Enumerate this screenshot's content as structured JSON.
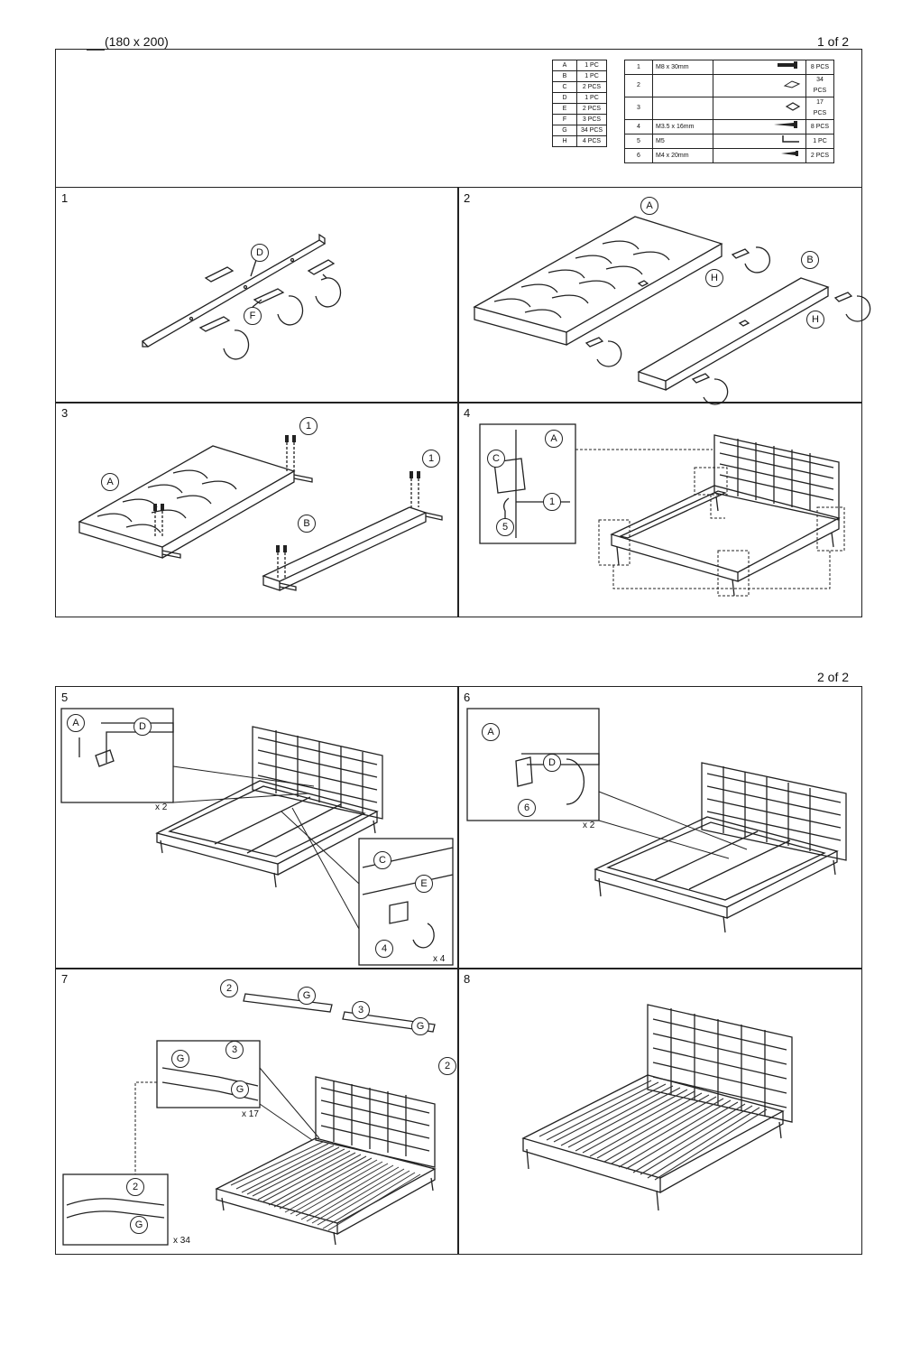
{
  "page1": {
    "size_label": "(180 x 200)",
    "page_label": "1 of 2",
    "parts": [
      {
        "id": "A",
        "qty": "1 PC"
      },
      {
        "id": "B",
        "qty": "1 PC"
      },
      {
        "id": "C",
        "qty": "2 PCS"
      },
      {
        "id": "D",
        "qty": "1 PC"
      },
      {
        "id": "E",
        "qty": "2 PCS"
      },
      {
        "id": "F",
        "qty": "3 PCS"
      },
      {
        "id": "G",
        "qty": "34 PCS"
      },
      {
        "id": "H",
        "qty": "4 PCS"
      }
    ],
    "hardware": [
      {
        "no": "1",
        "spec": "M8 x 30mm",
        "icon": "bolt-icon",
        "qty": "8 PCS"
      },
      {
        "no": "2",
        "spec": "",
        "icon": "slat-clip-icon",
        "qty": "34 PCS"
      },
      {
        "no": "3",
        "spec": "",
        "icon": "slat-connector-icon",
        "qty": "17 PCS"
      },
      {
        "no": "4",
        "spec": "M3.5 x 16mm",
        "icon": "screw-icon",
        "qty": "8 PCS"
      },
      {
        "no": "5",
        "spec": "M5",
        "icon": "allen-key-icon",
        "qty": "1 PC"
      },
      {
        "no": "6",
        "spec": "M4 x 20mm",
        "icon": "small-screw-icon",
        "qty": "2 PCS"
      }
    ],
    "steps": [
      {
        "num": "1",
        "labels": [
          "D",
          "F"
        ]
      },
      {
        "num": "2",
        "labels": [
          "A",
          "B",
          "H",
          "H"
        ]
      },
      {
        "num": "3",
        "labels": [
          "A",
          "B",
          "1",
          "1"
        ]
      },
      {
        "num": "4",
        "labels": [
          "A",
          "C",
          "1",
          "5"
        ]
      }
    ]
  },
  "page2": {
    "page_label": "2 of 2",
    "steps": [
      {
        "num": "5",
        "labels": [
          "A",
          "D",
          "C",
          "E",
          "4"
        ],
        "counts": [
          "x 2",
          "x 4"
        ]
      },
      {
        "num": "6",
        "labels": [
          "A",
          "D",
          "6"
        ],
        "counts": [
          "x 2"
        ]
      },
      {
        "num": "7",
        "labels": [
          "2",
          "G",
          "3",
          "G",
          "2",
          "G",
          "3",
          "G",
          "2",
          "G"
        ],
        "counts": [
          "x 17",
          "x 34"
        ]
      },
      {
        "num": "8",
        "labels": [],
        "counts": []
      }
    ]
  }
}
